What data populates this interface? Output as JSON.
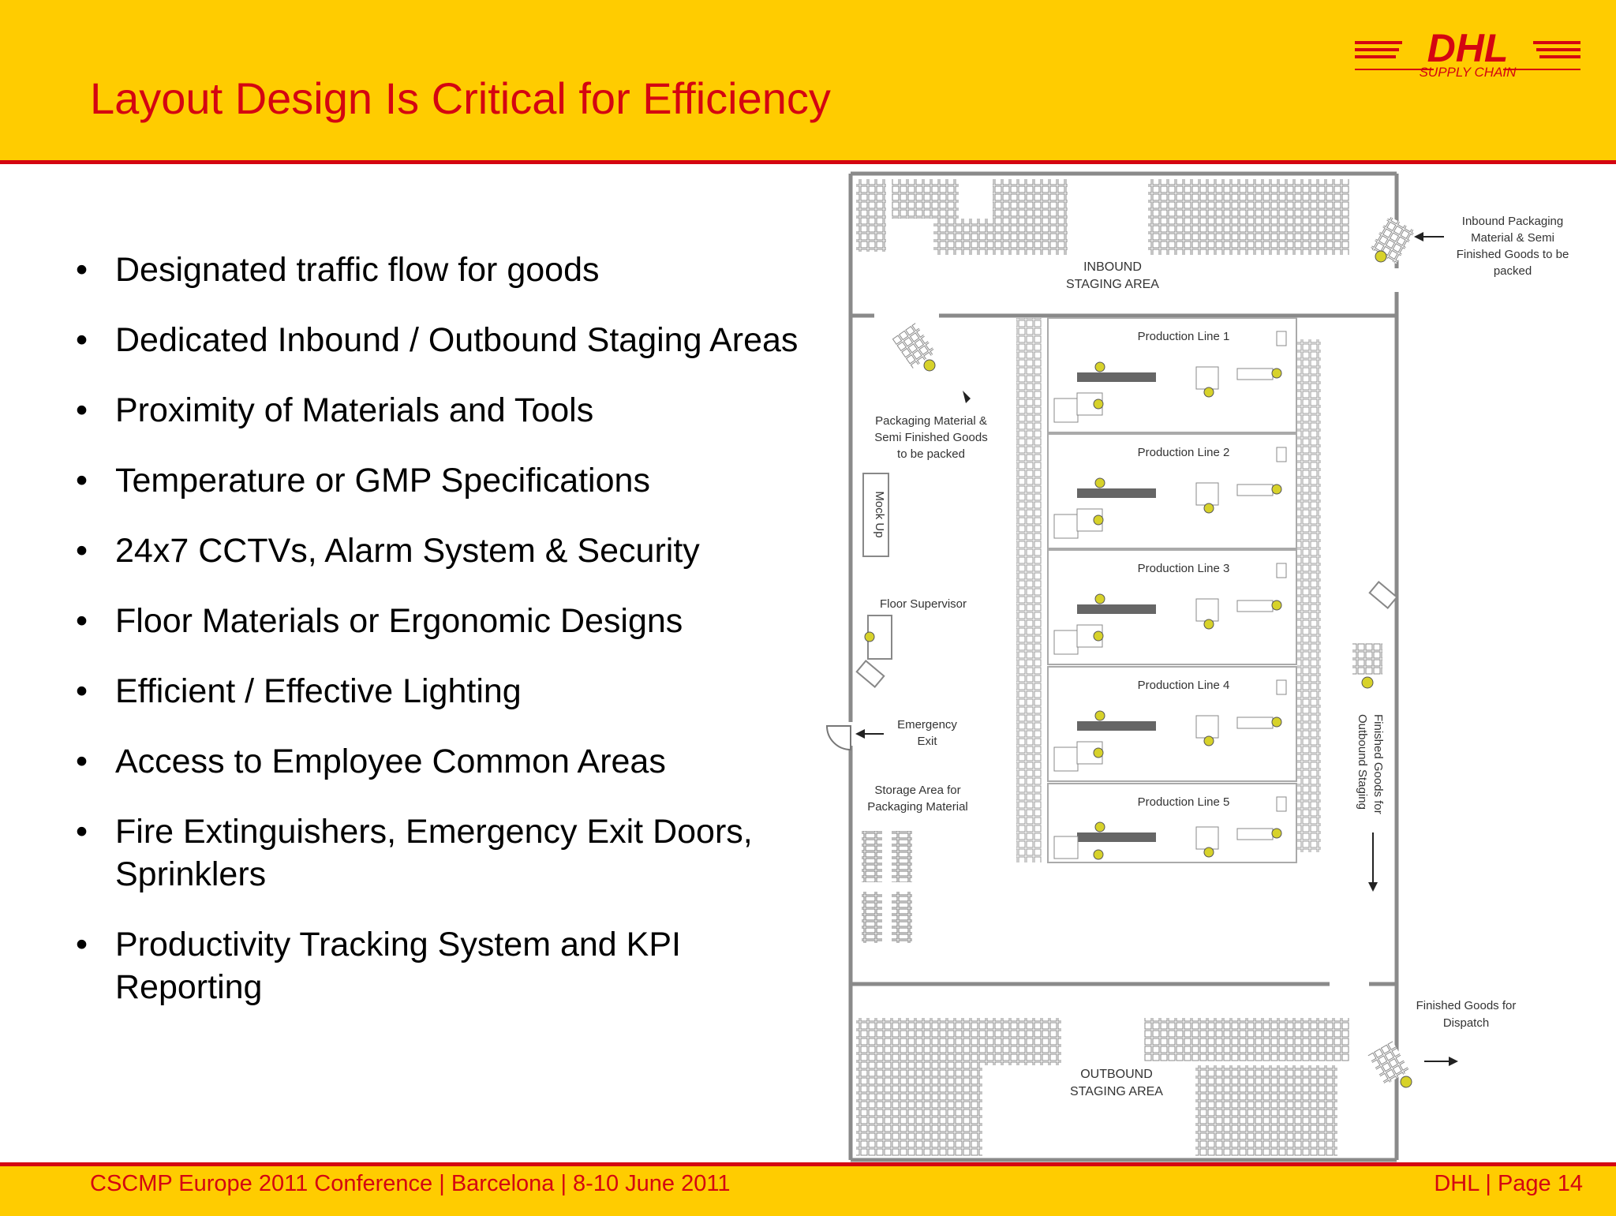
{
  "slide": {
    "title": "Layout Design Is Critical for Efficiency",
    "logo": {
      "brand": "DHL",
      "sub": "SUPPLY CHAIN",
      "colors": {
        "red": "#d40511",
        "yellow": "#ffcc00"
      }
    },
    "bullets": [
      "Designated traffic flow for goods",
      "Dedicated Inbound / Outbound Staging Areas",
      "Proximity of  Materials and Tools",
      "Temperature or GMP Specifications",
      "24x7 CCTVs, Alarm System & Security",
      "Floor Materials or Ergonomic Designs",
      "Efficient / Effective Lighting",
      "Access to Employee Common Areas",
      "Fire Extinguishers, Emergency Exit Doors,\nSprinklers",
      "Productivity Tracking System and KPI\nReporting"
    ],
    "bullet_glyph": "•"
  },
  "floorplan": {
    "inbound_area": [
      "INBOUND",
      "STAGING AREA"
    ],
    "outbound_area": [
      "OUTBOUND",
      "STAGING AREA"
    ],
    "inbound_note": [
      "Inbound Packaging",
      "Material & Semi",
      "Finished Goods to be",
      "packed"
    ],
    "packaging_note": [
      "Packaging Material &",
      "Semi Finished Goods",
      "to be packed"
    ],
    "mock_up": "Mock Up",
    "floor_supervisor": "Floor Supervisor",
    "emergency_exit": [
      "Emergency",
      "Exit"
    ],
    "storage_note": [
      "Storage Area for",
      "Packaging Material"
    ],
    "finished_staging": [
      "Finished Goods for",
      "Outbound Staging"
    ],
    "dispatch_note": [
      "Finished Goods for",
      "Dispatch"
    ],
    "production_lines": [
      "Production Line 1",
      "Production Line 2",
      "Production Line 3",
      "Production Line 4",
      "Production Line 5"
    ]
  },
  "footer": {
    "left": "CSCMP Europe 2011 Conference | Barcelona | 8-10 June 2011",
    "right": "DHL | Page   14"
  }
}
